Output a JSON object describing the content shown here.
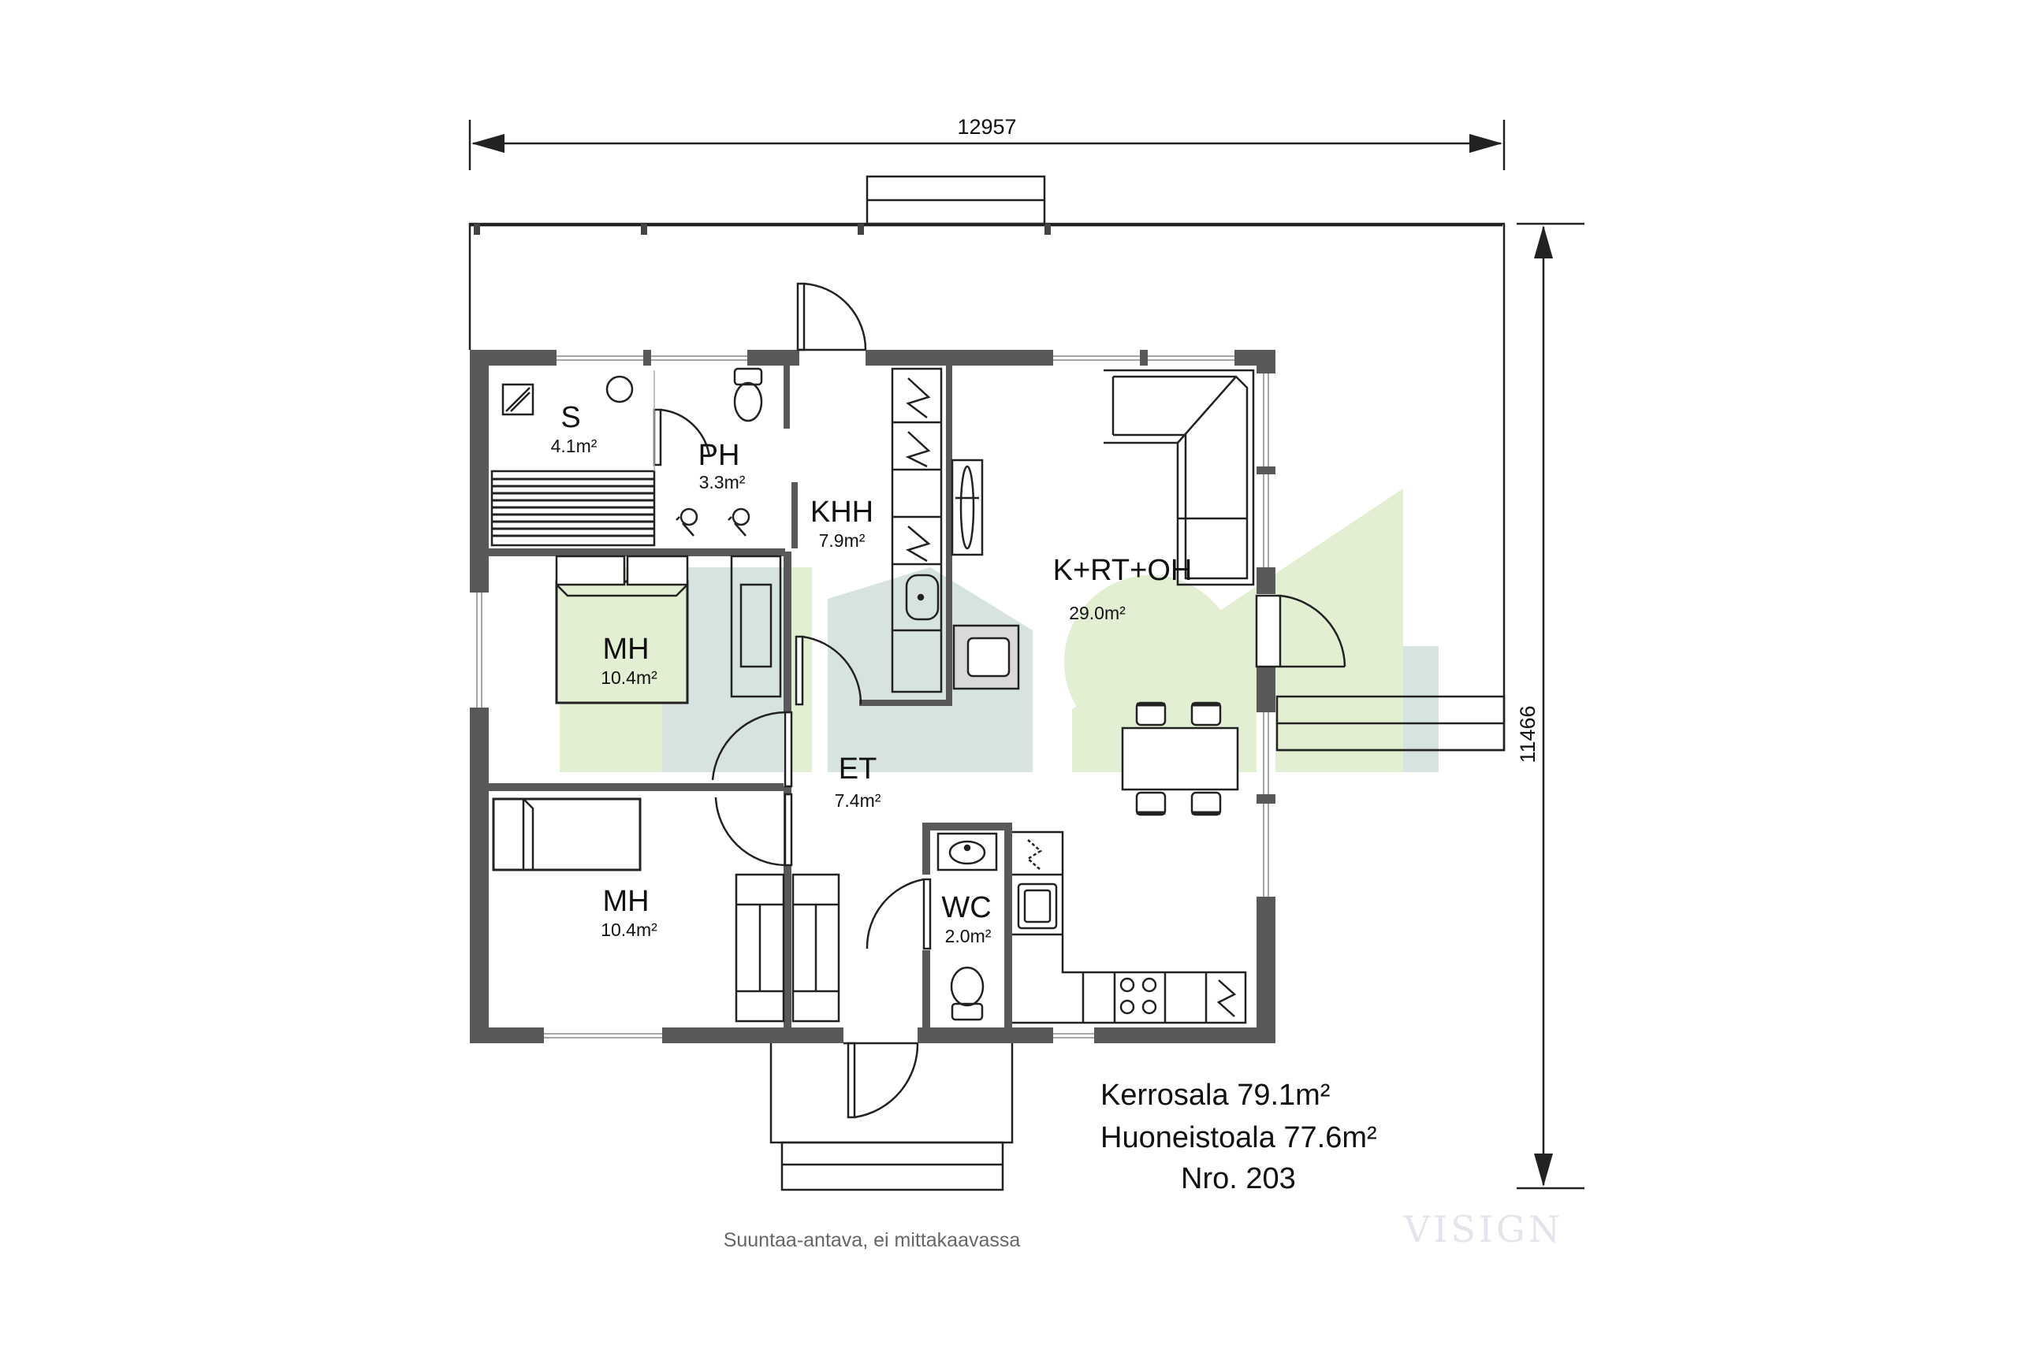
{
  "dimensions": {
    "width_label": "12957",
    "height_label": "11466"
  },
  "rooms": [
    {
      "id": "sauna",
      "name": "S",
      "area": "4.1m²"
    },
    {
      "id": "bathroom",
      "name": "PH",
      "area": "3.3m²"
    },
    {
      "id": "utility-room",
      "name": "KHH",
      "area": "7.9m²"
    },
    {
      "id": "kitchen-living",
      "name": "K+RT+OH",
      "area": "29.0m²"
    },
    {
      "id": "bedroom-1",
      "name": "MH",
      "area": "10.4m²"
    },
    {
      "id": "hallway",
      "name": "ET",
      "area": "7.4m²"
    },
    {
      "id": "bedroom-2",
      "name": "MH",
      "area": "10.4m²"
    },
    {
      "id": "toilet",
      "name": "WC",
      "area": "2.0m²"
    }
  ],
  "summary": {
    "floor_area": "Kerrosala 79.1m²",
    "living_area": "Huoneistoala 77.6m²",
    "plan_number": "Nro. 203"
  },
  "note": "Suuntaa-antava, ei mittakaavassa",
  "watermark": "VISIGN",
  "colors": {
    "wall": "#595959",
    "line": "#222222",
    "watermark_green": "#e3efd2",
    "watermark_teal": "#d7e3e0"
  }
}
